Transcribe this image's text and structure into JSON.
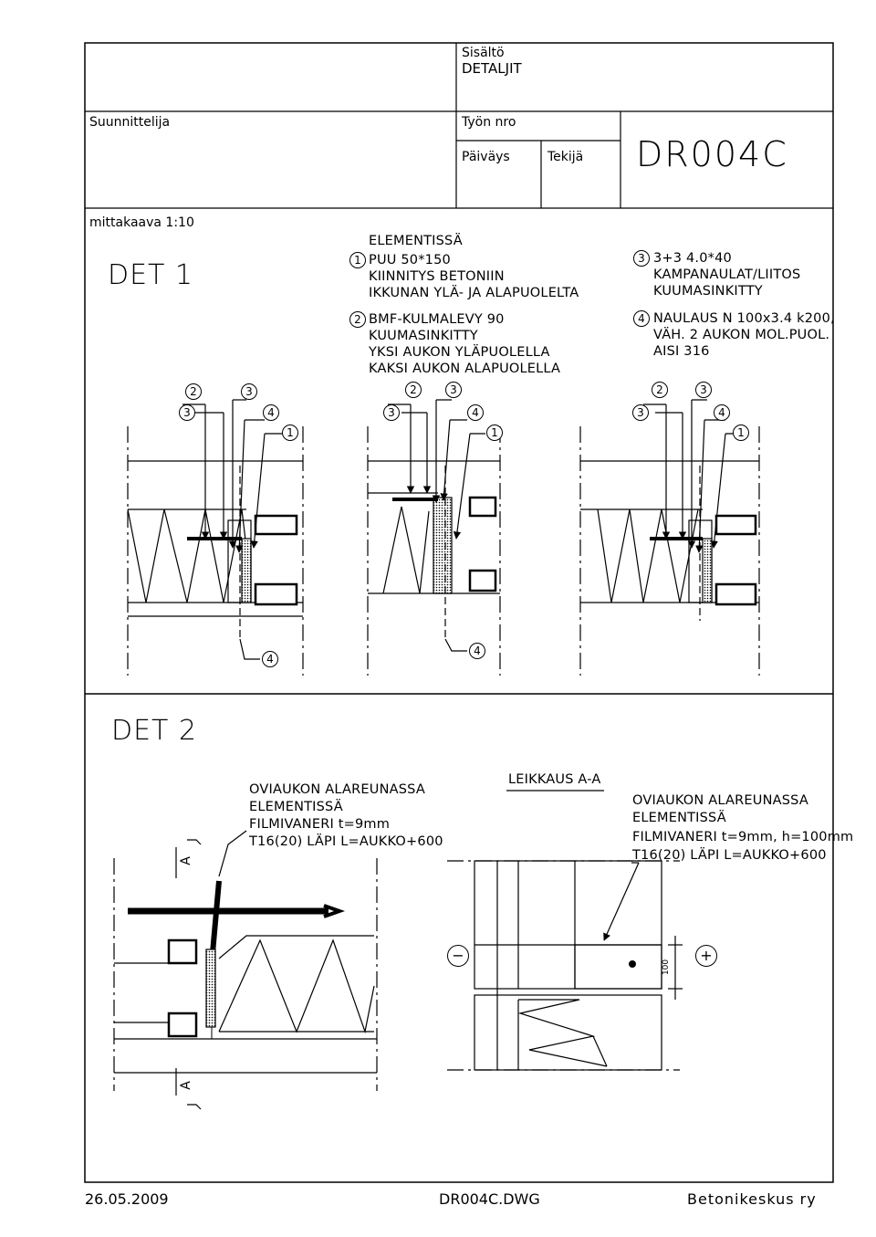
{
  "title_block": {
    "sisalto_label": "Sisältö",
    "sisalto_value": "DETALJIT",
    "suunnittelija_label": "Suunnittelija",
    "tyon_nro_label": "Työn nro",
    "paivays_label": "Päiväys",
    "tekija_label": "Tekijä",
    "drawing_number": "DR004C"
  },
  "det1": {
    "scale": "mittakaava 1:10",
    "title": "DET 1",
    "note_header": "ELEMENTISSÄ",
    "note1": [
      "PUU 50*150",
      "KIINNITYS BETONIIN",
      "IKKUNAN YLÄ- JA ALAPUOLELTA"
    ],
    "note2": [
      "BMF-KULMALEVY 90",
      "KUUMASINKITTY",
      "YKSI AUKON YLÄPUOLELLA",
      "KAKSI AUKON ALAPUOLELLA"
    ],
    "note3": [
      "3+3 4.0*40",
      "KAMPANAULAT/LIITOS",
      "KUUMASINKITTY"
    ],
    "note4": [
      "NAULAUS N 100x3.4 k200,",
      "VÄH. 2 AUKON MOL.PUOL.",
      "AISI 316"
    ],
    "marker_labels": [
      "1",
      "2",
      "3",
      "4"
    ]
  },
  "det2": {
    "title": "DET 2",
    "section_title": "LEIKKAUS A-A",
    "left_note": [
      "OVIAUKON ALAREUNASSA",
      "ELEMENTISSÄ",
      "FILMIVANERI t=9mm",
      "T16(20) LÄPI L=AUKKO+600"
    ],
    "right_note": [
      "OVIAUKON ALAREUNASSA",
      "ELEMENTISSÄ",
      "FILMIVANERI t=9mm, h=100mm",
      "T16(20) LÄPI L=AUKKO+600"
    ],
    "section_marker": "A",
    "minus_sign": "−",
    "plus_sign": "+",
    "dimension": "100"
  },
  "footer": {
    "date": "26.05.2009",
    "file": "DR004C.DWG",
    "company": "Betonikeskus ry"
  }
}
